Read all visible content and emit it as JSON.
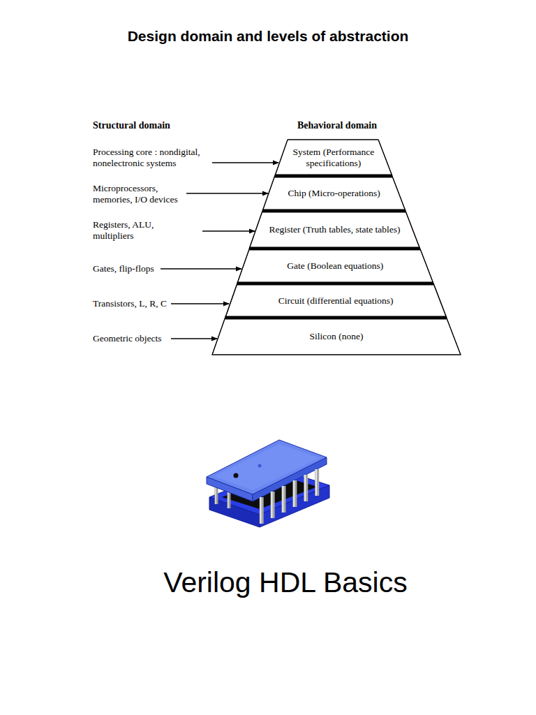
{
  "diagram": {
    "title": "Design domain and levels of abstraction",
    "nodes": [
      {
        "text": [
          "System (Performance specifications)"
        ]
      },
      {
        "text": [
          "Chip (Micro-operations)"
        ]
      },
      {
        "text": [
          "Register (Truth tables, state tables)"
        ]
      },
      {
        "text": [
          "Gate (Boolean equations)"
        ]
      },
      {
        "text": [
          "Circuit (differential equations)"
        ]
      },
      {
        "text": [
          "Silicon (none)"
        ]
      }
    ],
    "labels": [
      "Structural domain",
      "Behavioral domain",
      "Processing core : nondigital, nonelectronic systems",
      "Microprocessors, memories, I/O devices",
      "Registers, ALU, multipliers",
      "Gates, flip-flops",
      "Transistors, L, R, C",
      "Geometric objects",
      "Verilog HDL Basics"
    ]
  }
}
